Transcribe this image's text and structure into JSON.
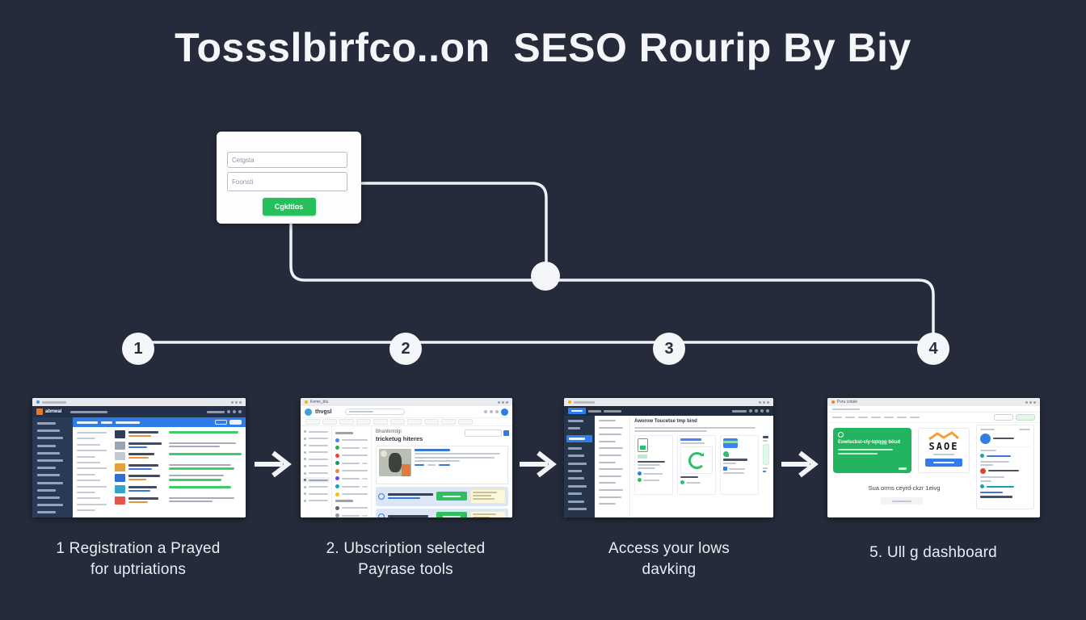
{
  "title": "Tossslbirfco..on  SESO Rourip By Biy",
  "login_card": {
    "field1_placeholder": "Cetgsta",
    "field2_placeholder": "Foonsti",
    "submit_label": "Cgkltlos"
  },
  "steps": [
    {
      "num": "1",
      "caption": [
        "1 Registration a Prayed",
        "for uptriations"
      ]
    },
    {
      "num": "2",
      "caption": [
        "2. Ubscription selected",
        "Payrase tools"
      ]
    },
    {
      "num": "3",
      "caption": [
        "Access your lows",
        "davking"
      ]
    },
    {
      "num": "4",
      "caption": [
        "5. Ull g dashboard",
        ""
      ]
    }
  ],
  "screenshots": {
    "s1": {
      "logo": "abnwal"
    },
    "s2": {
      "chrome": "Kems_blu",
      "logo": "thvgsl",
      "heading": "Bhanlkrlrdgi",
      "subheading": "tricketug hiteres"
    },
    "s3": {
      "heading": "Aworow Toucetse tmp bind"
    },
    "s4": {
      "chrome": "Pvru cotule",
      "promo_code": "SAOE",
      "green_card_title": "Eowlscbst-cly-tqtqgg böud",
      "footer_note": "Sua orms ceyrd-ckzr 1eivg"
    }
  },
  "colors": {
    "background": "#252b3a",
    "accent_green": "#25c05b",
    "accent_blue": "#2f7de9",
    "wire": "#eef1f5"
  }
}
